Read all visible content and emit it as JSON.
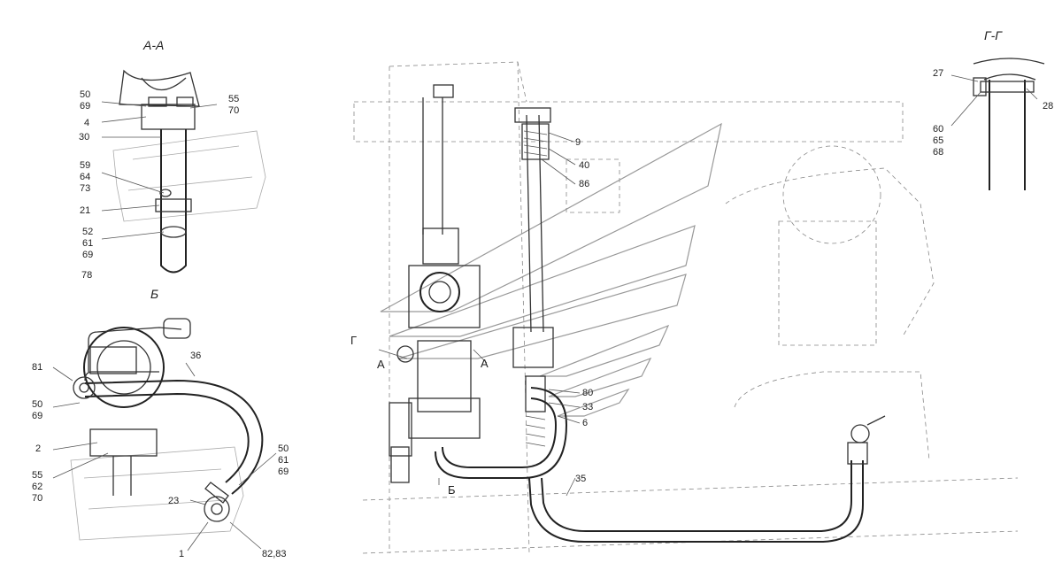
{
  "views": {
    "section_aa": "А-А",
    "view_b": "Б",
    "section_gg": "Г-Г"
  },
  "callouts": {
    "aa_50_69": [
      "50",
      "69"
    ],
    "aa_55_70": [
      "55",
      "70"
    ],
    "aa_4": "4",
    "aa_30": "30",
    "aa_59_64_73": [
      "59",
      "64",
      "73"
    ],
    "aa_21": "21",
    "aa_52_61_69": [
      "52",
      "61",
      "69"
    ],
    "aa_78": "78",
    "b_81": "81",
    "b_36": "36",
    "b_50_69": [
      "50",
      "69"
    ],
    "b_2": "2",
    "b_50_61_69": [
      "50",
      "61",
      "69"
    ],
    "b_55_62_70": [
      "55",
      "62",
      "70"
    ],
    "b_23": "23",
    "b_1": "1",
    "b_82_83": "82,83",
    "main_9": "9",
    "main_40": "40",
    "main_86": "86",
    "main_80": "80",
    "main_33": "33",
    "main_6": "6",
    "main_35": "35",
    "main_g_mark": "Г",
    "main_a_left": "А",
    "main_a_right": "А",
    "main_b_mark": "Б",
    "gg_27": "27",
    "gg_28": "28",
    "gg_60_65_68": [
      "60",
      "65",
      "68"
    ]
  }
}
